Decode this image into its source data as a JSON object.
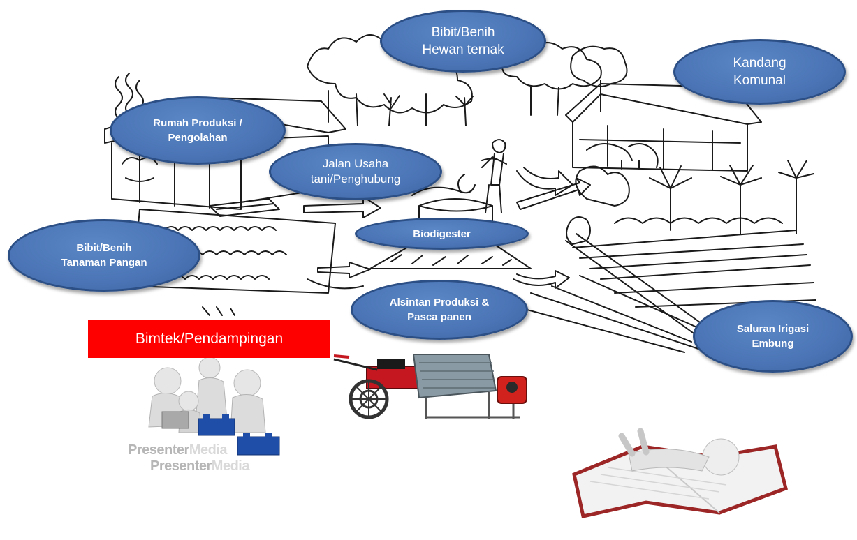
{
  "labels": {
    "bibit_hewan": [
      "Bibit/Benih",
      "Hewan ternak"
    ],
    "kandang": [
      "Kandang",
      "Komunal"
    ],
    "rumah_produksi": [
      "Rumah Produksi /",
      "Pengolahan"
    ],
    "jalan_usaha": [
      "Jalan Usaha",
      "tani/Penghubung"
    ],
    "biodigester": "Biodigester",
    "bibit_tanaman": [
      "Bibit/Benih",
      "Tanaman Pangan"
    ],
    "alsintan": [
      "Alsintan Produksi &",
      "Pasca panen"
    ],
    "saluran_irigasi": [
      "Saluran Irigasi",
      "Embung"
    ],
    "bimtek": "Bimtek/Pendampingan"
  },
  "watermarks": {
    "line1_a": "Presenter",
    "line1_b": "Media",
    "line2_a": "Presenter",
    "line2_b": "Media"
  },
  "colors": {
    "bubble_fill": "#4a74b5",
    "bubble_border": "#2c4f86",
    "bimtek_fill": "#ff0000",
    "text_on_fill": "#ffffff"
  },
  "icons": [
    "farm-village-sketch",
    "tractor-machine",
    "people-puzzle-figures",
    "figure-reading-book"
  ]
}
